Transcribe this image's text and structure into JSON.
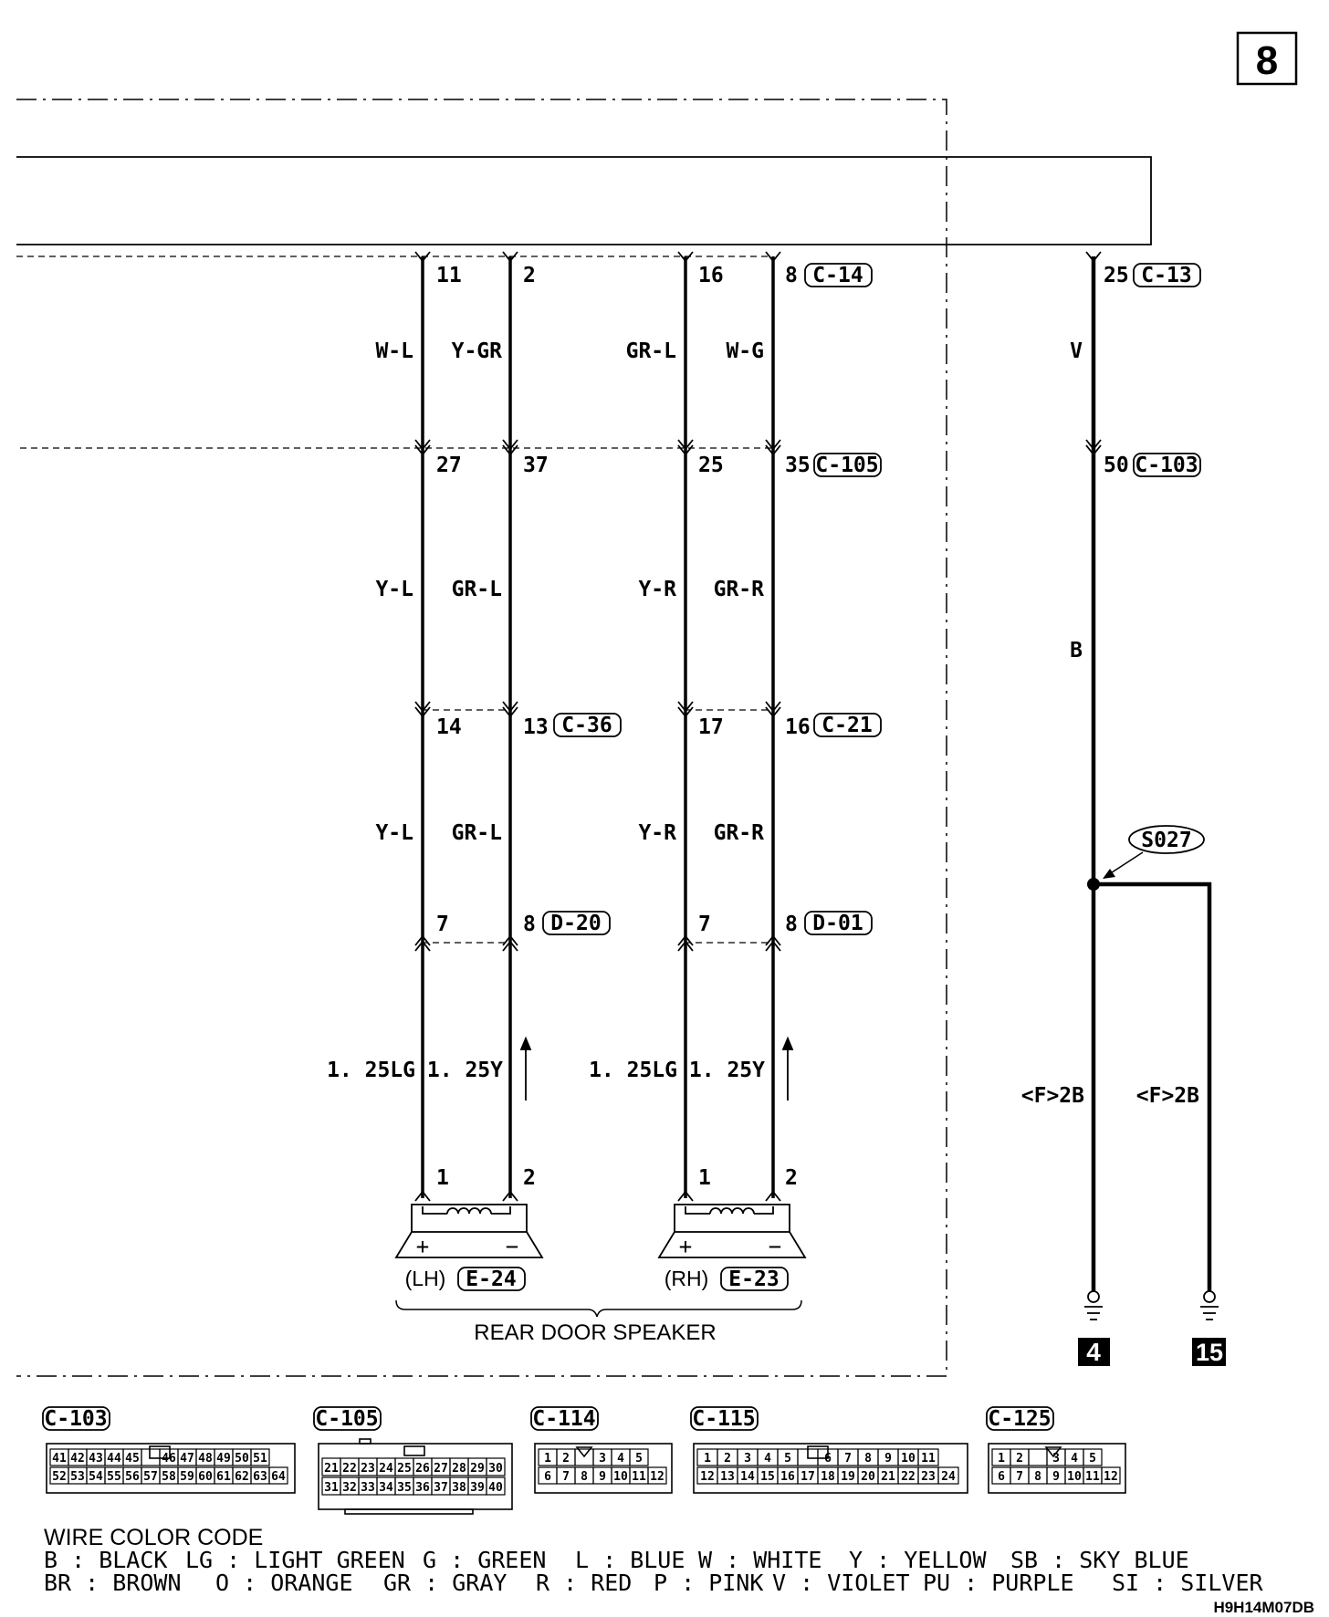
{
  "page_number": "8",
  "drawing_code": "H9H14M07DB",
  "connector_labels": {
    "c14": "C-14",
    "c13": "C-13",
    "c105": "C-105",
    "c103": "C-103",
    "c36": "C-36",
    "c21": "C-21",
    "d20": "D-20",
    "d01": "D-01",
    "e24": "E-24",
    "e23": "E-23"
  },
  "pins": {
    "c14_a": "11",
    "c14_b": "2",
    "c14_c": "16",
    "c14_d": "8",
    "c105_a": "27",
    "c105_b": "37",
    "c105_c": "25",
    "c105_d": "35",
    "c36_a": "14",
    "c36_b": "13",
    "c21_a": "17",
    "c21_b": "16",
    "d20_a": "7",
    "d20_b": "8",
    "d01_a": "7",
    "d01_b": "8",
    "spk_lh_1": "1",
    "spk_lh_2": "2",
    "spk_rh_1": "1",
    "spk_rh_2": "2",
    "c13": "25",
    "c103": "50"
  },
  "wire_colors": {
    "seg1": [
      "W-L",
      "Y-GR",
      "GR-L",
      "W-G"
    ],
    "seg2": [
      "Y-L",
      "GR-L",
      "Y-R",
      "GR-R"
    ],
    "seg3": [
      "Y-L",
      "GR-L",
      "Y-R",
      "GR-R"
    ],
    "seg4": [
      "1. 25LG",
      "1. 25Y",
      "1. 25LG",
      "1. 25Y"
    ],
    "ground_v": "V",
    "ground_b": "B",
    "ground_f1": "<F>2B",
    "ground_f2": "<F>2B"
  },
  "splice": "S027",
  "speaker_title": "REAR DOOR SPEAKER",
  "speaker_lh": "(LH)",
  "speaker_rh": "(RH)",
  "plus": "+",
  "minus": "−",
  "ground_points": [
    "4",
    "15"
  ],
  "connector_diagrams": [
    {
      "label": "C-103",
      "rows": [
        [
          "41",
          "42",
          "43",
          "44",
          "45",
          "",
          "46",
          "47",
          "48",
          "49",
          "50",
          "51"
        ],
        [
          "52",
          "53",
          "54",
          "55",
          "56",
          "57",
          "58",
          "59",
          "60",
          "61",
          "62",
          "63",
          "64"
        ]
      ]
    },
    {
      "label": "C-105",
      "rows": [
        [
          "21",
          "22",
          "23",
          "24",
          "25",
          "26",
          "27",
          "28",
          "29",
          "30"
        ],
        [
          "31",
          "32",
          "33",
          "34",
          "35",
          "36",
          "37",
          "38",
          "39",
          "40"
        ]
      ]
    },
    {
      "label": "C-114",
      "rows": [
        [
          "1",
          "2",
          "",
          "3",
          "4",
          "5"
        ],
        [
          "6",
          "7",
          "8",
          "9",
          "10",
          "11",
          "12"
        ]
      ]
    },
    {
      "label": "C-115",
      "rows": [
        [
          "1",
          "2",
          "3",
          "4",
          "5",
          "",
          "6",
          "7",
          "8",
          "9",
          "10",
          "11"
        ],
        [
          "12",
          "13",
          "14",
          "15",
          "16",
          "17",
          "18",
          "19",
          "20",
          "21",
          "22",
          "23",
          "24"
        ]
      ]
    },
    {
      "label": "C-125",
      "rows": [
        [
          "1",
          "2",
          "",
          "3",
          "4",
          "5"
        ],
        [
          "6",
          "7",
          "8",
          "9",
          "10",
          "11",
          "12"
        ]
      ]
    }
  ],
  "legend": {
    "title": "WIRE COLOR CODE",
    "line1": [
      "B : BLACK",
      "LG : LIGHT GREEN",
      "G : GREEN",
      "L : BLUE",
      "W : WHITE",
      "Y : YELLOW",
      "SB : SKY BLUE"
    ],
    "line2": [
      "BR : BROWN",
      "O : ORANGE",
      "GR : GRAY",
      "R : RED",
      "P : PINK",
      "V : VIOLET",
      "PU : PURPLE",
      "SI : SILVER"
    ]
  }
}
